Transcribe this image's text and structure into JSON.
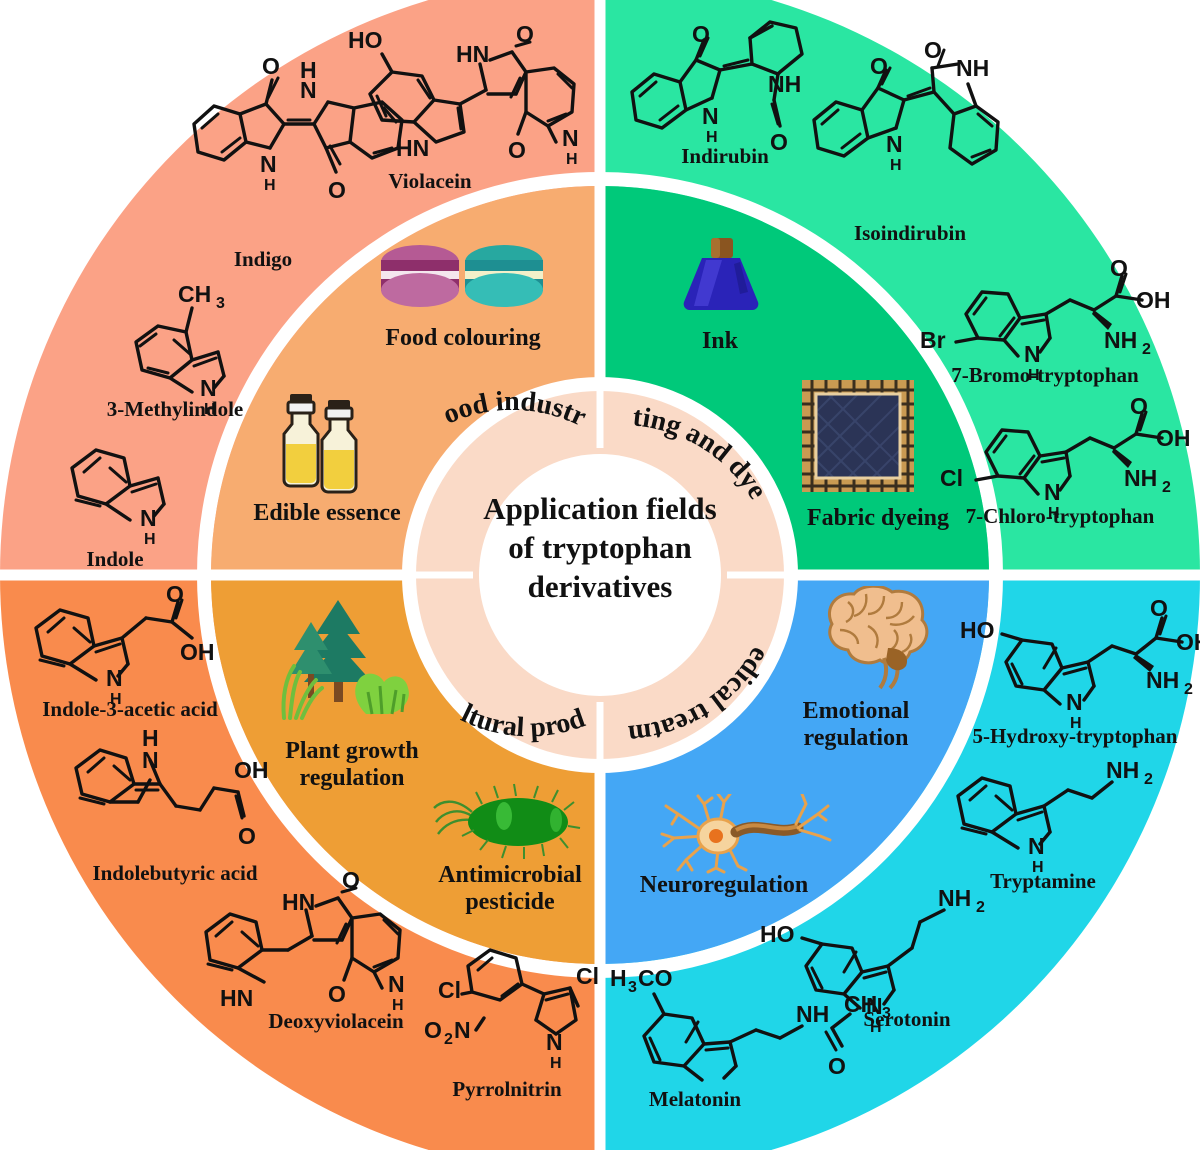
{
  "figure": {
    "center_title": "Application fields\nof tryptophan\nderivatives"
  },
  "colors": {
    "outer_food": "#FBA286",
    "outer_print": "#2AE6A2",
    "outer_agri": "#F98B4D",
    "outer_medical": "#20D6E8",
    "inner_food": "#F7AC70",
    "inner_print": "#00C97A",
    "inner_agri": "#EE9E35",
    "inner_medical": "#44A7F5",
    "hub_ring": "#FADAC7",
    "hub_center": "#FFFFFF",
    "gap": "#FFFFFF",
    "text": "#111111"
  },
  "quadrants": [
    {
      "key": "food-industry",
      "hub_label": "Food industry",
      "activities": [
        {
          "label": "Food colouring",
          "icon": "macaron-icon"
        },
        {
          "label": "Edible essence",
          "icon": "essence-bottles-icon"
        }
      ],
      "compounds": [
        {
          "name": "Violacein"
        },
        {
          "name": "Indigo"
        },
        {
          "name": "3-Methylindole"
        },
        {
          "name": "Indole"
        }
      ]
    },
    {
      "key": "printing-and-dyeing",
      "hub_label": "Printing and dyeing",
      "activities": [
        {
          "label": "Ink",
          "icon": "ink-bottle-icon"
        },
        {
          "label": "Fabric dyeing",
          "icon": "fabric-swatch-icon"
        }
      ],
      "compounds": [
        {
          "name": "Indirubin"
        },
        {
          "name": "Isoindirubin"
        },
        {
          "name": "7-Bromo-tryptophan"
        },
        {
          "name": "7-Chloro-tryptophan"
        }
      ]
    },
    {
      "key": "agricultural-production",
      "hub_label": "Agricultural production",
      "activities": [
        {
          "label": "Plant growth\nregulation",
          "icon": "plants-icon"
        },
        {
          "label": "Antimicrobial\npesticide",
          "icon": "bacterium-icon"
        }
      ],
      "compounds": [
        {
          "name": "Indole-3-acetic acid"
        },
        {
          "name": "Indolebutyric acid"
        },
        {
          "name": "Deoxyviolacein"
        },
        {
          "name": "Pyrrolnitrin"
        }
      ]
    },
    {
      "key": "medical-treatment",
      "hub_label": "Medical treatment",
      "activities": [
        {
          "label": "Emotional regulation",
          "icon": "brain-icon"
        },
        {
          "label": "Neuroregulation",
          "icon": "neuron-icon"
        }
      ],
      "compounds": [
        {
          "name": "5-Hydroxy-tryptophan"
        },
        {
          "name": "Tryptamine"
        },
        {
          "name": "Serotonin"
        },
        {
          "name": "Melatonin"
        }
      ]
    }
  ],
  "atom_labels": {
    "violacein": [
      "HO",
      "HN",
      "O",
      "HN",
      "O",
      "N",
      "H"
    ],
    "indigo": [
      "O",
      "H",
      "N",
      "N",
      "H",
      "O"
    ],
    "methylindole": [
      "CH",
      "3",
      "N",
      "H"
    ],
    "indole": [
      "N",
      "H"
    ],
    "indirubin": [
      "O",
      "NH",
      "N",
      "H",
      "O"
    ],
    "isoindirubin": [
      "O",
      "O",
      "NH",
      "N",
      "H"
    ],
    "bromotryptophan": [
      "Br",
      "N",
      "H",
      "O",
      "OH",
      "NH",
      "2"
    ],
    "chlorotryptophan": [
      "Cl",
      "N",
      "H",
      "O",
      "OH",
      "NH",
      "2"
    ],
    "indoleacetic": [
      "N",
      "H",
      "O",
      "OH"
    ],
    "indolebutyric": [
      "H",
      "N",
      "OH",
      "O"
    ],
    "deoxyviolacein": [
      "HN",
      "O",
      "HN",
      "O",
      "N",
      "H"
    ],
    "pyrrolnitrin": [
      "Cl",
      "O2N",
      "Cl",
      "N",
      "H"
    ],
    "hydroxytryptophan": [
      "HO",
      "N",
      "H",
      "O",
      "OH",
      "NH",
      "2"
    ],
    "tryptamine": [
      "N",
      "H",
      "NH",
      "2"
    ],
    "serotonin": [
      "HO",
      "N",
      "H",
      "NH",
      "2"
    ],
    "melatonin": [
      "H3CO",
      "NH",
      "O",
      "CH",
      "3"
    ]
  }
}
